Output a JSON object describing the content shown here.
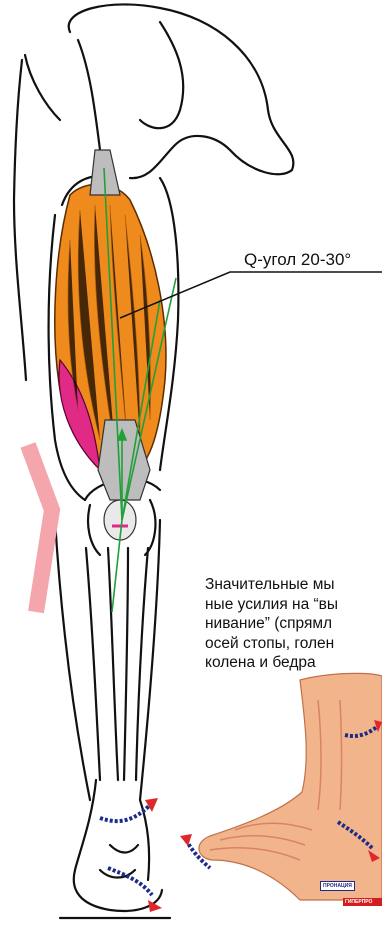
{
  "figure": {
    "q_angle_label": "Q-угол 20-30°",
    "description_lines": [
      "Значительные мы",
      "ные усилия на “вы",
      "нивание” (спрямл",
      "осей стопы, голен",
      "колена и бедра"
    ],
    "foot_labels": {
      "pronation": "ПРОНАЦИЯ",
      "hyperpronation": "ГИПЕРПРО"
    },
    "icons": [
      "leg-outline-illustration",
      "quadriceps-muscle",
      "q-angle-lines",
      "knee-valgus-chevron",
      "foot-anatomy-illustration",
      "rotation-arrow-icon"
    ],
    "colors": {
      "muscle_orange": "#ef8a1c",
      "muscle_pink": "#e02a86",
      "axis_green": "#21a03a",
      "chevron_pink": "#f4a6ac",
      "arrow_red": "#e0282a",
      "arrow_navy": "#1c2b8a",
      "tendon_grey": "#bdbdbd"
    }
  }
}
